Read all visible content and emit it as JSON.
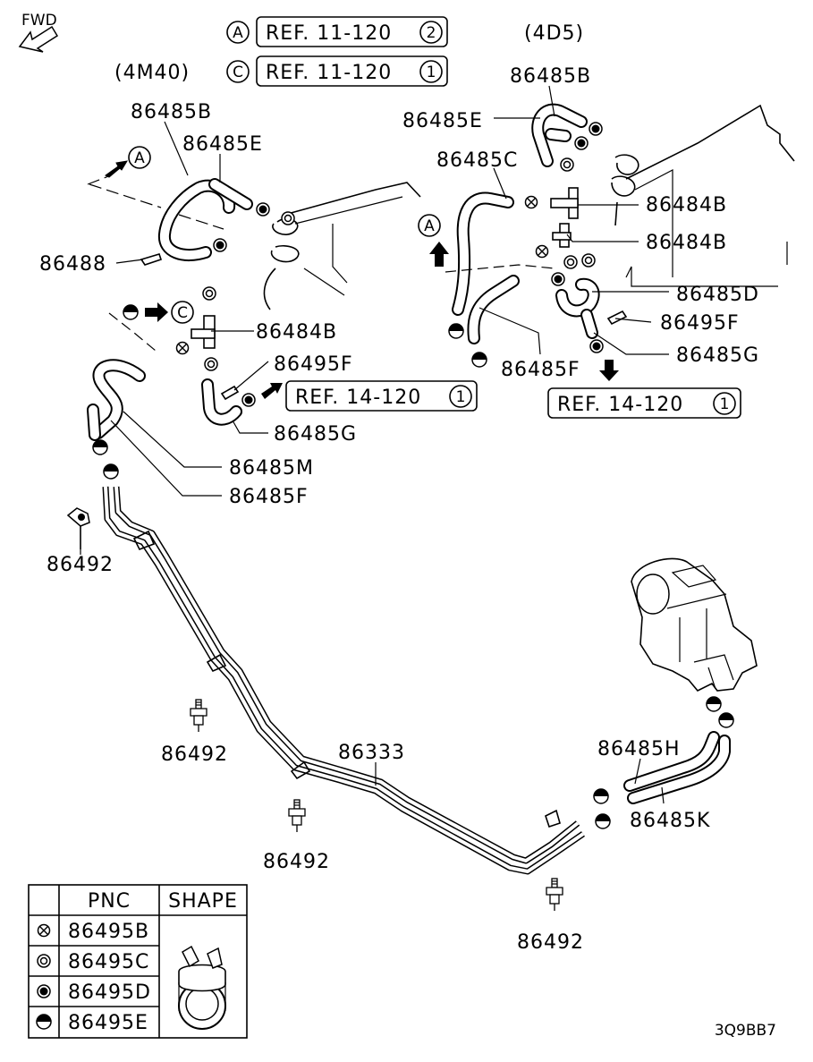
{
  "fwd_label": "FWD",
  "engine_4m40": "(4M40)",
  "engine_4d5": "(4D5)",
  "refs": {
    "ref_a": {
      "marker": "A",
      "text": "REF. 11-120",
      "num": "2"
    },
    "ref_c": {
      "marker": "C",
      "text": "REF. 11-120",
      "num": "1"
    },
    "ref_14_left": {
      "text": "REF. 14-120",
      "num": "1"
    },
    "ref_14_right": {
      "text": "REF. 14-120",
      "num": "1"
    }
  },
  "markers": {
    "a_left": "A",
    "a_right": "A",
    "c_left": "C"
  },
  "parts": {
    "p_86485b_l": "86485B",
    "p_86485e_l": "86485E",
    "p_86488": "86488",
    "p_86484b_l": "86484B",
    "p_86495f_l": "86495F",
    "p_86485g_l": "86485G",
    "p_86485m": "86485M",
    "p_86485f_l": "86485F",
    "p_86492_1": "86492",
    "p_86492_2": "86492",
    "p_86492_3": "86492",
    "p_86492_4": "86492",
    "p_86333": "86333",
    "p_86485h": "86485H",
    "p_86485k": "86485K",
    "p_86485b_r": "86485B",
    "p_86485e_r": "86485E",
    "p_86485c": "86485C",
    "p_86484b_r1": "86484B",
    "p_86484b_r2": "86484B",
    "p_86485d": "86485D",
    "p_86495f_r": "86495F",
    "p_86485g_r": "86485G",
    "p_86485f_r": "86485F"
  },
  "legend": {
    "header_pnc": "PNC",
    "header_shape": "SHAPE",
    "rows": [
      {
        "symbol": "cross-circle",
        "pnc": "86495B"
      },
      {
        "symbol": "double-circle",
        "pnc": "86495C"
      },
      {
        "symbol": "filled-circle",
        "pnc": "86495D"
      },
      {
        "symbol": "half-circle",
        "pnc": "86495E"
      }
    ]
  },
  "diagram_code": "3Q9BB7"
}
